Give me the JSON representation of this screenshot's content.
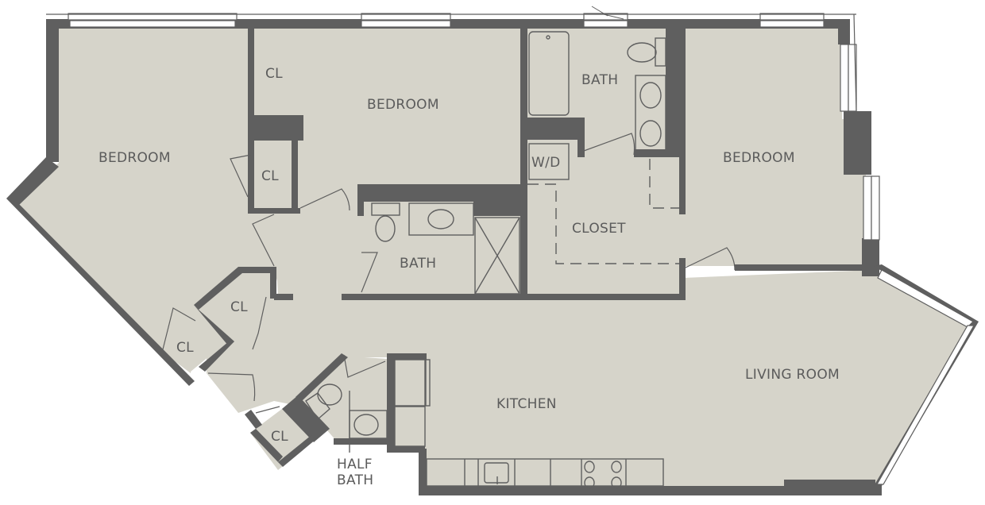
{
  "plan": {
    "type": "apartment-floor-plan",
    "colors": {
      "floor": "#d6d4ca",
      "wall": "#5f5f5f",
      "label": "#5b5b5b",
      "background": "#ffffff"
    },
    "rooms": {
      "bedroom_west": "BEDROOM",
      "bedroom_center": "BEDROOM",
      "bedroom_east": "BEDROOM",
      "bath_master": "BATH",
      "bath_center": "BATH",
      "closet_walkin": "CLOSET",
      "laundry": "W/D",
      "living_room": "LIVING ROOM",
      "kitchen": "KITCHEN",
      "half_bath_line1": "HALF",
      "half_bath_line2": "BATH",
      "cl_1": "CL",
      "cl_2": "CL",
      "cl_3": "CL",
      "cl_4": "CL",
      "cl_5": "CL"
    }
  }
}
